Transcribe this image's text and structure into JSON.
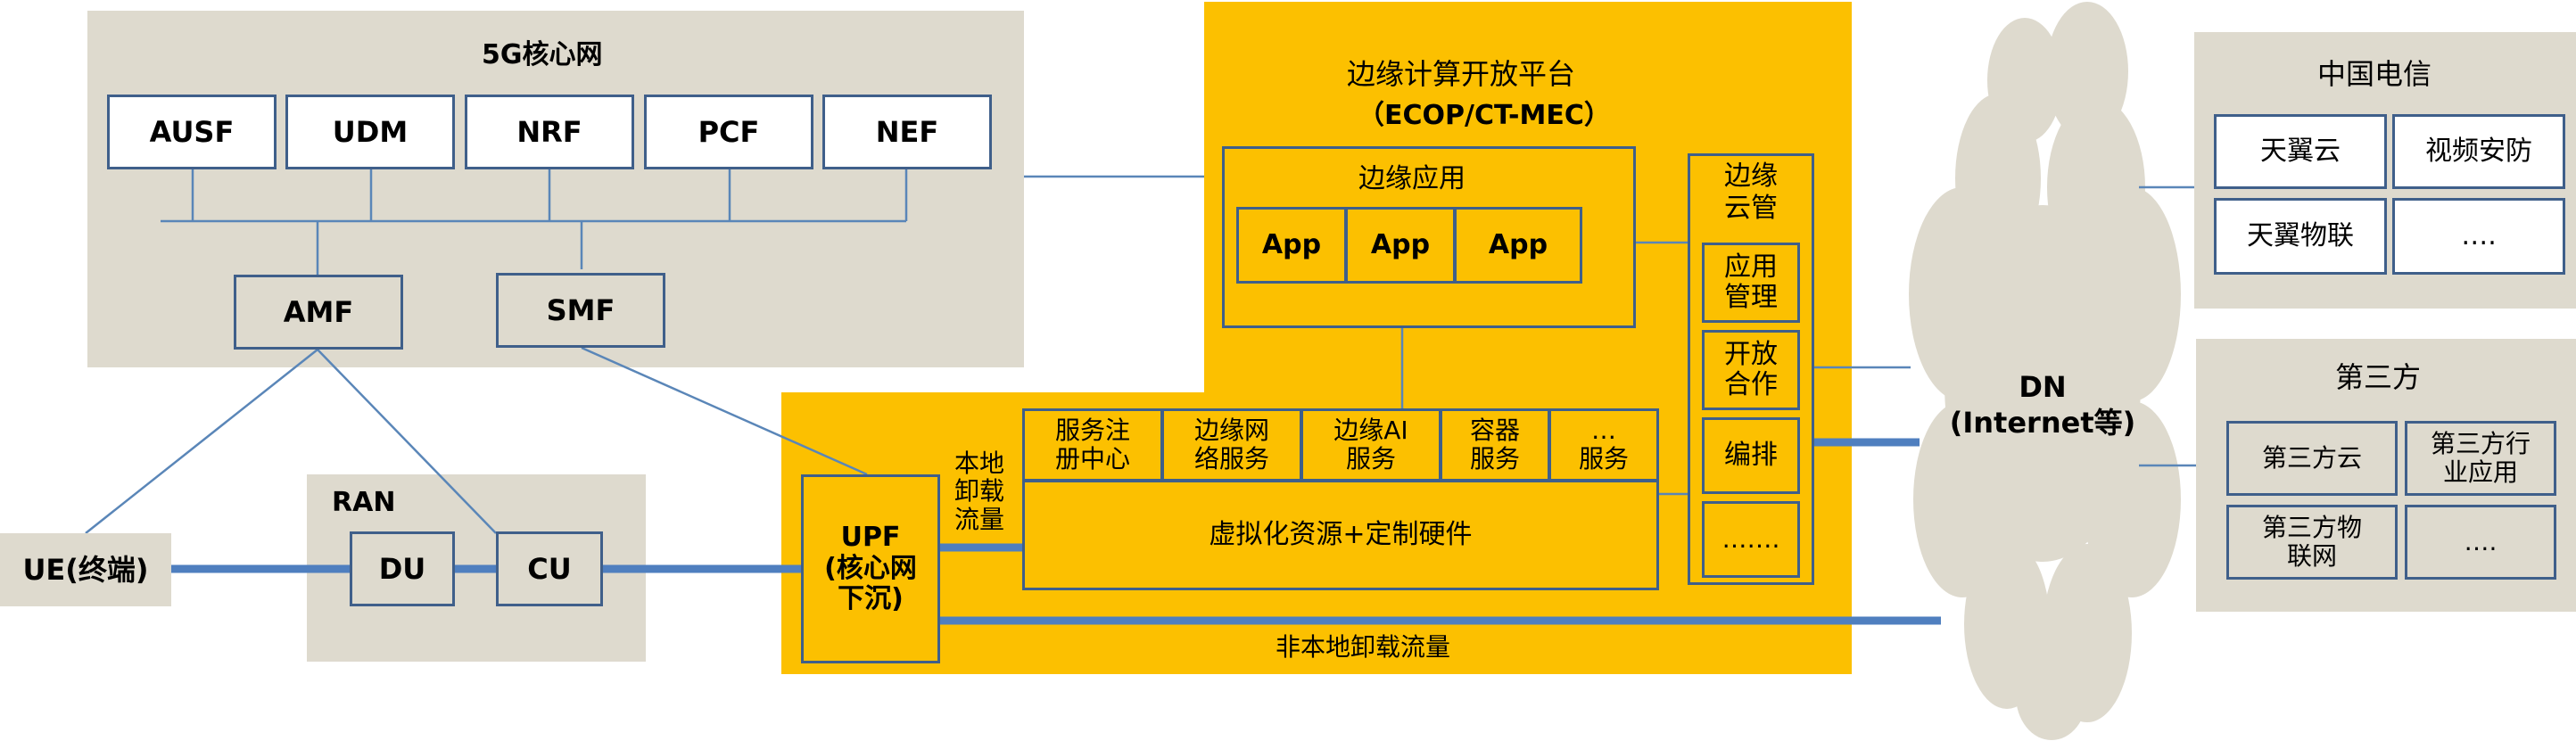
{
  "core": {
    "title": "5G核心网",
    "nf_top": [
      "AUSF",
      "UDM",
      "NRF",
      "PCF",
      "NEF"
    ],
    "amf": "AMF",
    "smf": "SMF"
  },
  "ran": {
    "title": "RAN",
    "du": "DU",
    "cu": "CU"
  },
  "ue": "UE(终端)",
  "upf": [
    "UPF",
    "(核心网",
    "下沉)"
  ],
  "local_offload": [
    "本地",
    "卸载",
    "流量"
  ],
  "non_local_offload": "非本地卸载流量",
  "platform": {
    "title": "边缘计算开放平台",
    "subtitle": "（ECOP/CT-MEC）",
    "edge_apps": {
      "title": "边缘应用",
      "apps": [
        "App",
        "App",
        "App"
      ]
    },
    "services": [
      [
        "服务注",
        "册中心"
      ],
      [
        "边缘网",
        "络服务"
      ],
      [
        "边缘AI",
        "服务"
      ],
      [
        "容器",
        "服务"
      ],
      [
        "…",
        "服务"
      ]
    ],
    "virtual_resources": "虚拟化资源+定制硬件",
    "cloud_mgmt": {
      "title": [
        "边缘",
        "云管"
      ],
      "items": [
        [
          "应用",
          "管理"
        ],
        [
          "开放",
          "合作"
        ],
        [
          "编排"
        ],
        [
          "……."
        ]
      ]
    }
  },
  "dn": [
    "DN",
    "(Internet等)"
  ],
  "china_telecom": {
    "title": "中国电信",
    "items": [
      [
        "天翼云"
      ],
      [
        "视频安防"
      ],
      [
        "天翼物联"
      ],
      [
        "…."
      ]
    ]
  },
  "third_party": {
    "title": "第三方",
    "items": [
      [
        "第三方云"
      ],
      [
        "第三方行",
        "业应用"
      ],
      [
        "第三方物",
        "联网"
      ],
      [
        "…."
      ]
    ]
  },
  "colors": {
    "region_gray": "#dedace",
    "region_gold": "#fcc000",
    "box_border": "#3f5f8a",
    "link_thick": "#4f7fbf",
    "link_thin": "#5a86b8",
    "cloud": "#dedace"
  }
}
